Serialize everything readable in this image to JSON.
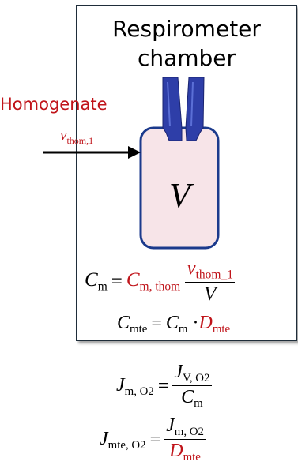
{
  "diagram": {
    "title_line1": "Respirometer",
    "title_line2": "chamber",
    "input_label": "Homogenate",
    "flow_symbol": "v",
    "flow_subscript": "thom,1",
    "volume_symbol": "V",
    "colors": {
      "frame": "#1f2d3a",
      "chamber_fill": "#f7e4e8",
      "chamber_stroke": "#1b3a8c",
      "stopper": "#2e3ea8",
      "accent_red": "#c0141a"
    }
  },
  "equations": {
    "eq1": {
      "lhs_symbol": "C",
      "lhs_sub": "m",
      "rhs_symbol": "C",
      "rhs_sub": "m, thom",
      "num_symbol": "v",
      "num_sub": "thom_1",
      "den": "V"
    },
    "eq2": {
      "lhs_symbol": "C",
      "lhs_sub": "mte",
      "rhs1_symbol": "C",
      "rhs1_sub": "m",
      "dot": "·",
      "rhs2_symbol": "D",
      "rhs2_sub": "mte"
    },
    "eq3": {
      "lhs_symbol": "J",
      "lhs_sub": "m, O2",
      "num_symbol": "J",
      "num_sub": "V, O2",
      "den_symbol": "C",
      "den_sub": "m"
    },
    "eq4": {
      "lhs_symbol": "J",
      "lhs_sub": "mte, O2",
      "num_symbol": "J",
      "num_sub": "m, O2",
      "den_symbol": "D",
      "den_sub": "mte"
    },
    "equals": "="
  }
}
